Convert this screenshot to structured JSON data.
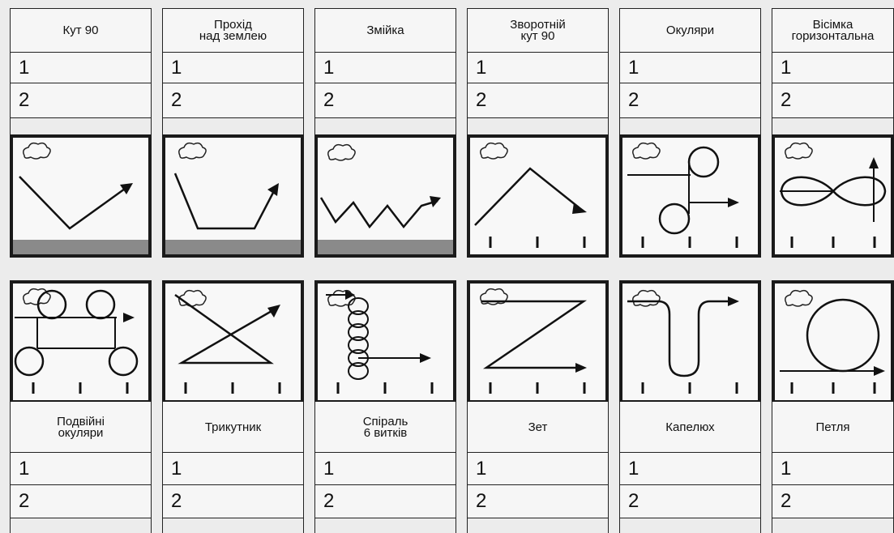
{
  "columns": [
    {
      "top_title": [
        "Кут 90"
      ],
      "bottom_title": [
        "Подвійні",
        "окуляри"
      ],
      "rows_top": [
        "1",
        "2"
      ],
      "rows_bottom": [
        "1",
        "2"
      ]
    },
    {
      "top_title": [
        "Прохід",
        "над землею"
      ],
      "bottom_title": [
        "Трикутник"
      ],
      "rows_top": [
        "1",
        "2"
      ],
      "rows_bottom": [
        "1",
        "2"
      ]
    },
    {
      "top_title": [
        "Змійка"
      ],
      "bottom_title": [
        "Спіраль",
        "6 витків"
      ],
      "rows_top": [
        "1",
        "2"
      ],
      "rows_bottom": [
        "1",
        "2"
      ]
    },
    {
      "top_title": [
        "Зворотній",
        "кут 90"
      ],
      "bottom_title": [
        "Зет"
      ],
      "rows_top": [
        "1",
        "2"
      ],
      "rows_bottom": [
        "1",
        "2"
      ]
    },
    {
      "top_title": [
        "Окуляри"
      ],
      "bottom_title": [
        "Капелюх"
      ],
      "rows_top": [
        "1",
        "2"
      ],
      "rows_bottom": [
        "1",
        "2"
      ]
    },
    {
      "top_title": [
        "Вісімка",
        "горизонтальна"
      ],
      "bottom_title": [
        "Петля"
      ],
      "rows_top": [
        "1",
        "2"
      ],
      "rows_bottom": [
        "1",
        "2"
      ]
    }
  ]
}
